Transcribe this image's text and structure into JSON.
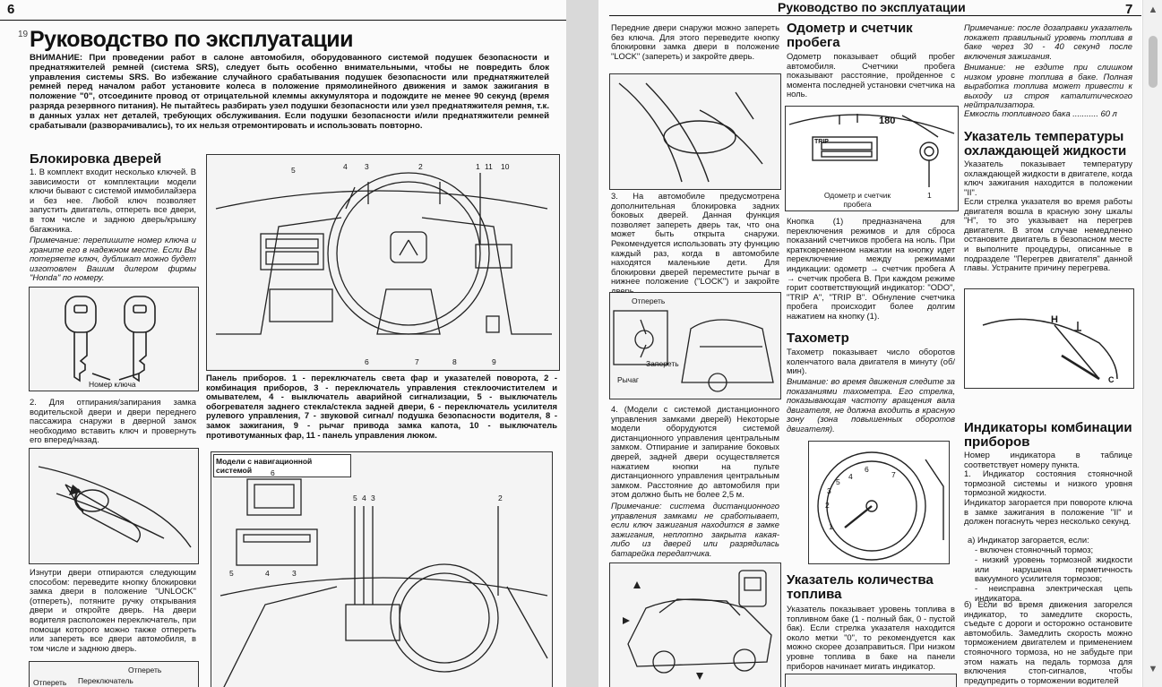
{
  "left_page": {
    "page_number": "6",
    "running_number": "19",
    "title": "Руководство по эксплуатации",
    "warning": "ВНИМАНИЕ: При проведении работ в салоне автомобиля, оборудованного системой подушек безопасности и преднатяжителей ремней (система SRS), следует быть особенно внимательными, чтобы не повредить блок управления системы SRS. Во избежание случайного срабатывания подушек безопасности или преднатяжителей ремней перед началом работ установите колеса в положение прямолинейного движения и замок зажигания в положение \"0\", отсоедините провод от отрицательной клеммы аккумулятора и подождите не менее 90 секунд (время разряда резервного питания). Не пытайтесь разбирать узел подушки безопасности или узел преднатяжителя ремня, т.к. в данных узлах нет деталей, требующих обслуживания. Если подушки безопасности и/или преднатяжители ремней срабатывали (разворачивались), то их нельзя отремонтировать и использовать повторно.",
    "section_locks_title": "Блокировка дверей",
    "locks_p1": "1. В комплект входит несколько ключей. В зависимости от комплектации модели ключи бывают с системой иммобилайзера и без нее. Любой ключ позволяет запустить двигатель, отпереть все двери, в том числе и заднюю дверь/крышку багажника.",
    "locks_note": "Примечание: перепишите номер ключа и храните его в надежном месте. Если Вы потеряете ключ, дубликат можно будет изготовлен Вашим дилером фирмы \"Honda\" по номеру.",
    "key_caption": "Номер ключа",
    "locks_p2": "2. Для отпирания/запирания замка водительской двери и двери переднего пассажира снаружи в дверной замок необходимо вставить ключ и провернуть его вперед/назад.",
    "locks_p3": "Изнутри двери отпираются следующим способом: переведите кнопку блокировки замка двери в положение \"UNLOCK\" (отпереть), потяните ручку открывания двери и откройте дверь. На двери водителя расположен переключатель, при помощи которого можно также отпереть или запереть все двери автомобиля, в том числе и заднюю дверь.",
    "bottom_fig_labels": [
      "Отпереть",
      "Переключатель",
      "Отпереть"
    ],
    "panel_callouts_top": [
      "5",
      "4",
      "3",
      "2",
      "1",
      "11",
      "10"
    ],
    "panel_callouts_bottom": [
      "6",
      "7",
      "8",
      "9"
    ],
    "panel_caption": "Панель приборов. 1 - переключатель света фар и указателей поворота, 2 - комбинация приборов, 3 - переключатель управления стеклоочистителем и омывателем, 4 - выключатель аварийной сигнализации, 5 - выключатель обогревателя заднего стекла/стекла задней двери, 6 - переключатель усилителя рулевого управления, 7 - звуковой сигнал/ подушка безопасности водителя, 8 - замок зажигания, 9 - рычаг привода замка капота, 10 - выключатель противотуманных фар, 11 - панель управления люком.",
    "nav_label": "Модели с навигационной системой",
    "nav_callouts": [
      "6",
      "5",
      "4",
      "3",
      "2",
      "5",
      "4",
      "3"
    ]
  },
  "right_page": {
    "page_number": "7",
    "header_title": "Руководство по эксплуатации",
    "col1_p1": "Передние двери снаружи можно запереть без ключа. Для этого переведите кнопку блокировки замка двери в положение \"LOCK\" (запереть) и закройте дверь.",
    "col1_p3": "3. На автомобиле предусмотрена дополнительная блокировка задних боковых дверей. Данная функция позволяет запереть дверь так, что она может быть открыта снаружи. Рекомендуется использовать эту функцию каждый раз, когда в автомобиле находятся маленькие дети. Для блокировки дверей переместите рычаг в нижнее положение (\"LOCK\") и закройте дверь.",
    "lever_labels": [
      "Отпереть",
      "Запереть",
      "Рычаг"
    ],
    "col1_p4": "4. (Модели с системой дистанционного управления замками дверей) Некоторые модели оборудуются системой дистанционного управления центральным замком. Отпирание и запирание боковых дверей, задней двери осуществляется нажатием кнопки на пульте дистанционного управления центральным замком. Расстояние до автомобиля при этом должно быть не более 2,5 м.",
    "col1_note": "Примечание: система дистанционного управления замками не сработывает, если ключ зажигания находится в замке зажигания, неплотно закрыта какая-либо из дверей или разрядилась батарейка передатчика.",
    "odometer_title": "Одометр и счетчик пробега",
    "odometer_p1": "Одометр показывает общий пробег автомобиля. Счетчики пробега показывают расстояние, пройденное с момента последней установки счетчика на ноль.",
    "odometer_fig_caption": "Одометр и счетчик пробега",
    "odometer_fig_num": "1",
    "odometer_lcd": "TRIP",
    "odometer_speed": "180",
    "odometer_p2": "Кнопка (1) предназначена для переключения режимов и для сброса показаний счетчиков пробега на ноль. При кратковременном нажатии на кнопку идет переключение между режимами индикации: одометр → счетчик пробега А → счетчик пробега В. При каждом режиме горит соответствующий индикатор: \"ODO\", \"TRIP A\", \"TRIP B\". Обнуление счетчика пробега происходит более долгим нажатием на кнопку (1).",
    "tacho_title": "Тахометр",
    "tacho_p1": "Тахометр показывает число оборотов коленчатого вала двигателя в минуту (об/мин).",
    "tacho_note": "Внимание: во время движения следите за показаниями тахометра. Его стрелка, показывающая частоту вращения вала двигателя, не должна входить в красную зону (зона повышенных оборотов двигателя).",
    "fuel_title": "Указатель количества топлива",
    "fuel_p1": "Указатель показывает уровень топлива в топливном баке (1 - полный бак, 0 - пустой бак). Если стрелка указателя находится около метки \"0\", то рекомендуется как можно скорее дозаправиться. При низком уровне топлива в баке на панели приборов начинает мигать индикатор.",
    "col3_note1": "Примечание: после дозаправки указатель покажет правильный уровень топлива в баке через 30 - 40 секунд после включения зажигания.",
    "col3_note2": "Внимание: не ездите при слишком низком уровне топлива в баке. Полная выработка топлива может привести к выходу из строя каталитического нейтрализатора.",
    "col3_capacity": "Емкость топливного бака ........... 60 л",
    "temp_title": "Указатель температуры охлаждающей жидкости",
    "temp_p1": "Указатель показывает температуру охлаждающей жидкости в двигателе, когда ключ зажигания находится в положении \"II\".",
    "temp_p2": "Если стрелка указателя во время работы двигателя вошла в красную зону шкалы \"H\", то это указывает на перегрев двигателя. В этом случае немедленно остановите двигатель в безопасном месте и выполните процедуры, описанные в подразделе \"Перегрев двигателя\" данной главы. Устраните причину перегрева.",
    "temp_gauge_labels": [
      "H",
      "C"
    ],
    "ind_title": "Индикаторы комбинации приборов",
    "ind_p1": "Номер индикатора в таблице соответствует номеру пункта.",
    "ind_p2": "1. Индикатор состояния стояночной тормозной системы и низкого уровня тормозной жидкости.",
    "ind_p3": "Индикатор загорается при повороте ключа в замке зажигания в положение \"II\" и должен погаснуть через несколько секунд.",
    "ind_a": "а) Индикатор загорается, если:",
    "ind_a1": "- включен стояночный тормоз;",
    "ind_a2": "- низкий уровень тормозной жидкости или нарушена герметичность вакуумного усилителя тормозов;",
    "ind_a3": "- неисправна электрическая цепь индикатора.",
    "ind_b": "б) Если во время движения загорелся индикатор, то замедлите скорость, съедьте с дороги и осторожно остановите автомобиль. Замедлить скорость можно торможением двигателем и применением стояночного тормоза, но не забудьте при этом нажать на педаль тормоза для включения стоп-сигналов, чтобы предупредить о торможении водителей"
  },
  "tacho_numbers": [
    "5",
    "6",
    "1",
    "2",
    "3",
    "4",
    "7"
  ],
  "scrollbar": {
    "up": "▲",
    "down": "▼"
  }
}
